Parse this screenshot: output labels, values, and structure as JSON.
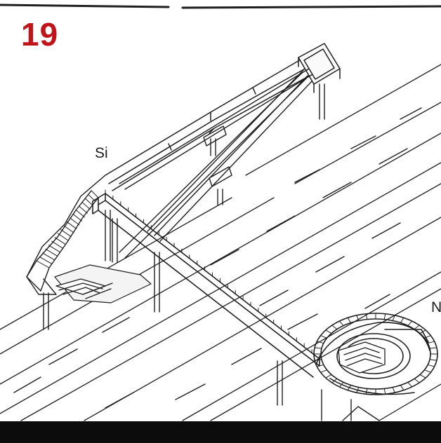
{
  "figure": {
    "number": "19",
    "number_color": "#c0141a",
    "labels": {
      "left_stair": "Si",
      "right_ramp": "N"
    },
    "line_color": "#1e1e1e",
    "bar_color": "#0c0c0c"
  }
}
